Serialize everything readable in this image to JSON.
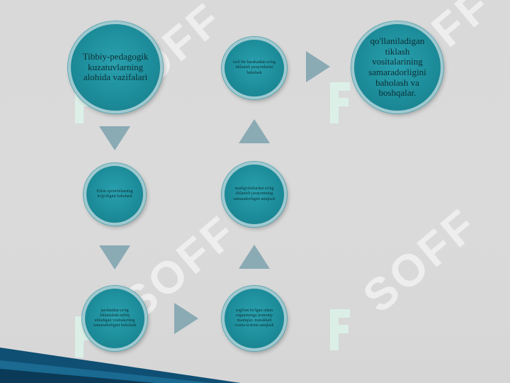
{
  "nodes": {
    "n1": "Tibbiy-pedagogik kuzatuvlarning alohida vazifalari",
    "n2": "Erkin sportchilarning to'g'riligini baholash",
    "n3": "jarohatdan so'ng tiklanishda tatbiq etiladigan vositalarning samaradorligini baholash",
    "n4": "sog'lom bo'lgan odam organizmiga jismoniy mashqlar, murakkab vosita ta'sirini aniqlash",
    "n5": "mashg'ulotlardan so'ng tiklanish jarayonining samaradorligini aniqlash",
    "n6": "turli bir harakatdan so'ng tiklanish jarayonlarini baholash",
    "n7": "qo'llaniladigan tiklash vositalarining samaradorligini baholash va boshqalar."
  },
  "watermark": "SOFF",
  "colors": {
    "node": "#1d8d9b",
    "ring": "#9fc9d0",
    "arrow": "#8aaab4",
    "corner": "#0f4f73"
  }
}
